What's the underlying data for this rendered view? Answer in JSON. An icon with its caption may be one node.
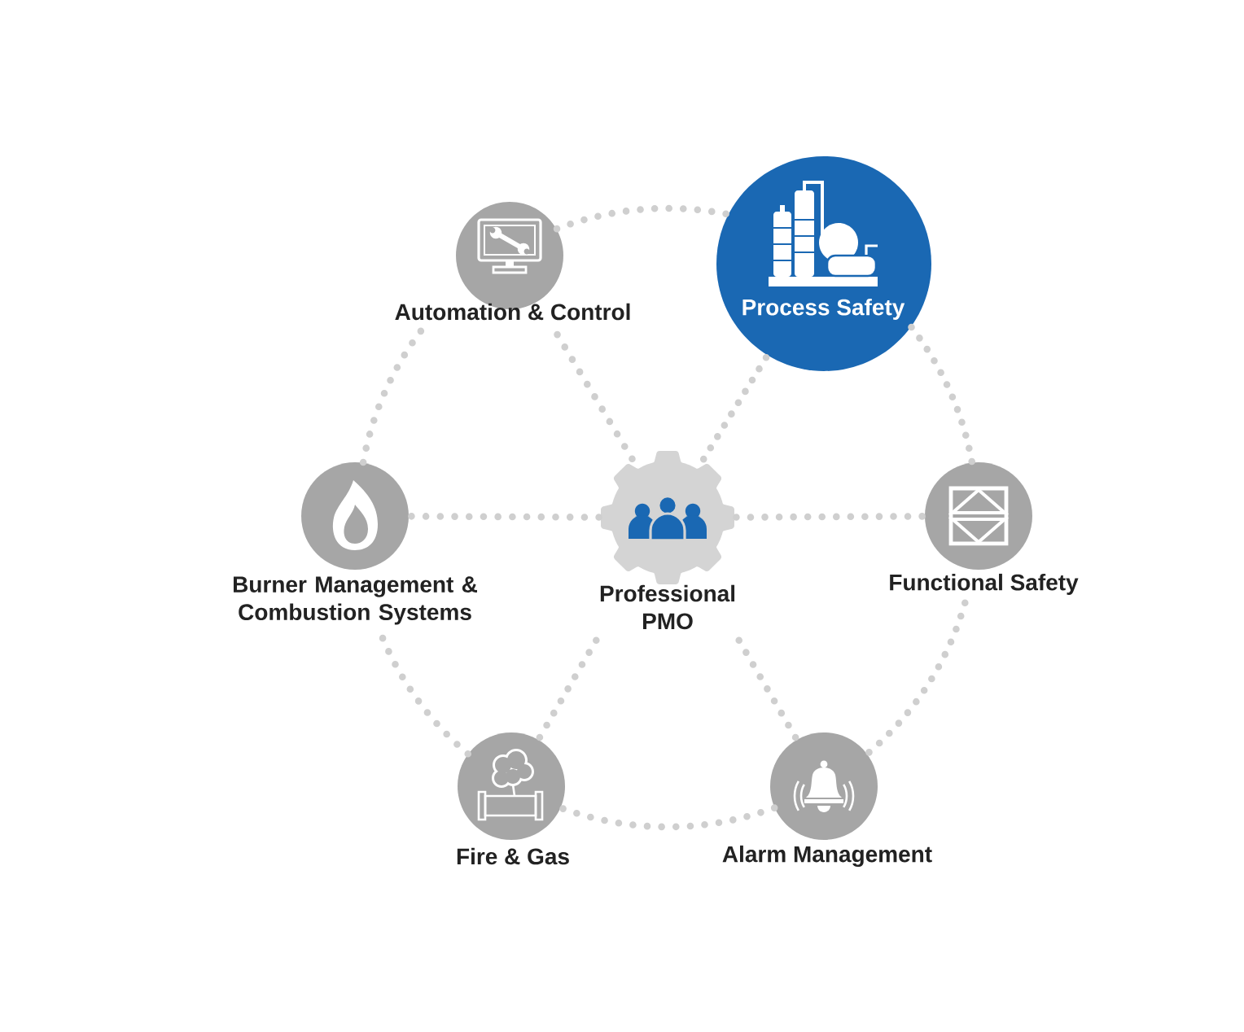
{
  "diagram": {
    "nodes": [
      {
        "text": [
          "Automation & Control"
        ]
      },
      {
        "text": [
          "Process Safety"
        ]
      },
      {
        "text": [
          "Burner Management & Combustion Systems"
        ]
      },
      {
        "text": [
          "Professional PMO"
        ]
      },
      {
        "text": [
          "Functional Safety"
        ]
      },
      {
        "text": [
          "Fire & Gas"
        ]
      },
      {
        "text": [
          "Alarm Management"
        ]
      }
    ],
    "edges": [
      {
        "from": 3,
        "to": 0,
        "arrow": "none"
      },
      {
        "from": 3,
        "to": 1,
        "arrow": "none"
      },
      {
        "from": 3,
        "to": 2,
        "arrow": "none"
      },
      {
        "from": 3,
        "to": 4,
        "arrow": "none"
      },
      {
        "from": 3,
        "to": 5,
        "arrow": "none"
      },
      {
        "from": 3,
        "to": 6,
        "arrow": "none"
      },
      {
        "from": 0,
        "to": 1,
        "arrow": "none"
      },
      {
        "from": 1,
        "to": 4,
        "arrow": "none"
      },
      {
        "from": 4,
        "to": 6,
        "arrow": "none"
      },
      {
        "from": 6,
        "to": 5,
        "arrow": "none"
      },
      {
        "from": 5,
        "to": 2,
        "arrow": "none"
      },
      {
        "from": 2,
        "to": 0,
        "arrow": "none"
      }
    ]
  }
}
